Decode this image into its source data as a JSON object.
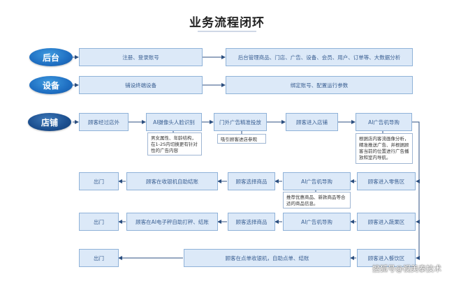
{
  "title": "业务流程闭环",
  "lanes": {
    "backend": "后台",
    "device": "设备",
    "store": "店铺"
  },
  "row_backend": {
    "step1": "注册、登录账号",
    "step2": "后台管理商品、门店、广告、设备、会员、用户、订单等、大数据分析"
  },
  "row_device": {
    "step1": "铺设终端设备",
    "step2": "绑定账号、配置运行参数"
  },
  "row_store": {
    "step1": "顾客经过店外",
    "step2": "AI摄像头人脸识别",
    "step3": "门外广告精准投放",
    "step4": "顾客进入店铺",
    "step5": "AI广告机导购",
    "note2": "男女属性、年龄结构，在1-2S内切换更有针对性的广告内容",
    "note3": "吸引顾客进店参观",
    "note5": "根据店内客流画像分析，精准推送广告、并根据顾客当前的位置进行广告播放和室内导航。"
  },
  "row_retail": {
    "exit": "出门",
    "checkout": "顾客在收银机自助结账",
    "choose": "顾客选择商品",
    "guide": "AI广告机导购",
    "enter": "顾客进入零售区",
    "note": "推荐优惠商品、新款商品等合适的商品信息。"
  },
  "row_produce": {
    "exit": "出门",
    "checkout": "顾客在AI电子秤自助打秤、结账",
    "choose": "顾客选择商品",
    "guide": "AI广告机导购",
    "enter": "顾客进入蔬果区"
  },
  "row_dining": {
    "exit": "出门",
    "order": "顾客在点单收银机，自助点单、结账",
    "enter": "顾客进入餐饮区"
  },
  "watermark": "搜狐号@视美泰技术",
  "colors": {
    "box_fill": "#dce9f8",
    "box_border": "#8fb2d8",
    "box_text": "#3a5f92",
    "lane_oval": "#1f6fc2",
    "connector": "#2c4f80"
  }
}
